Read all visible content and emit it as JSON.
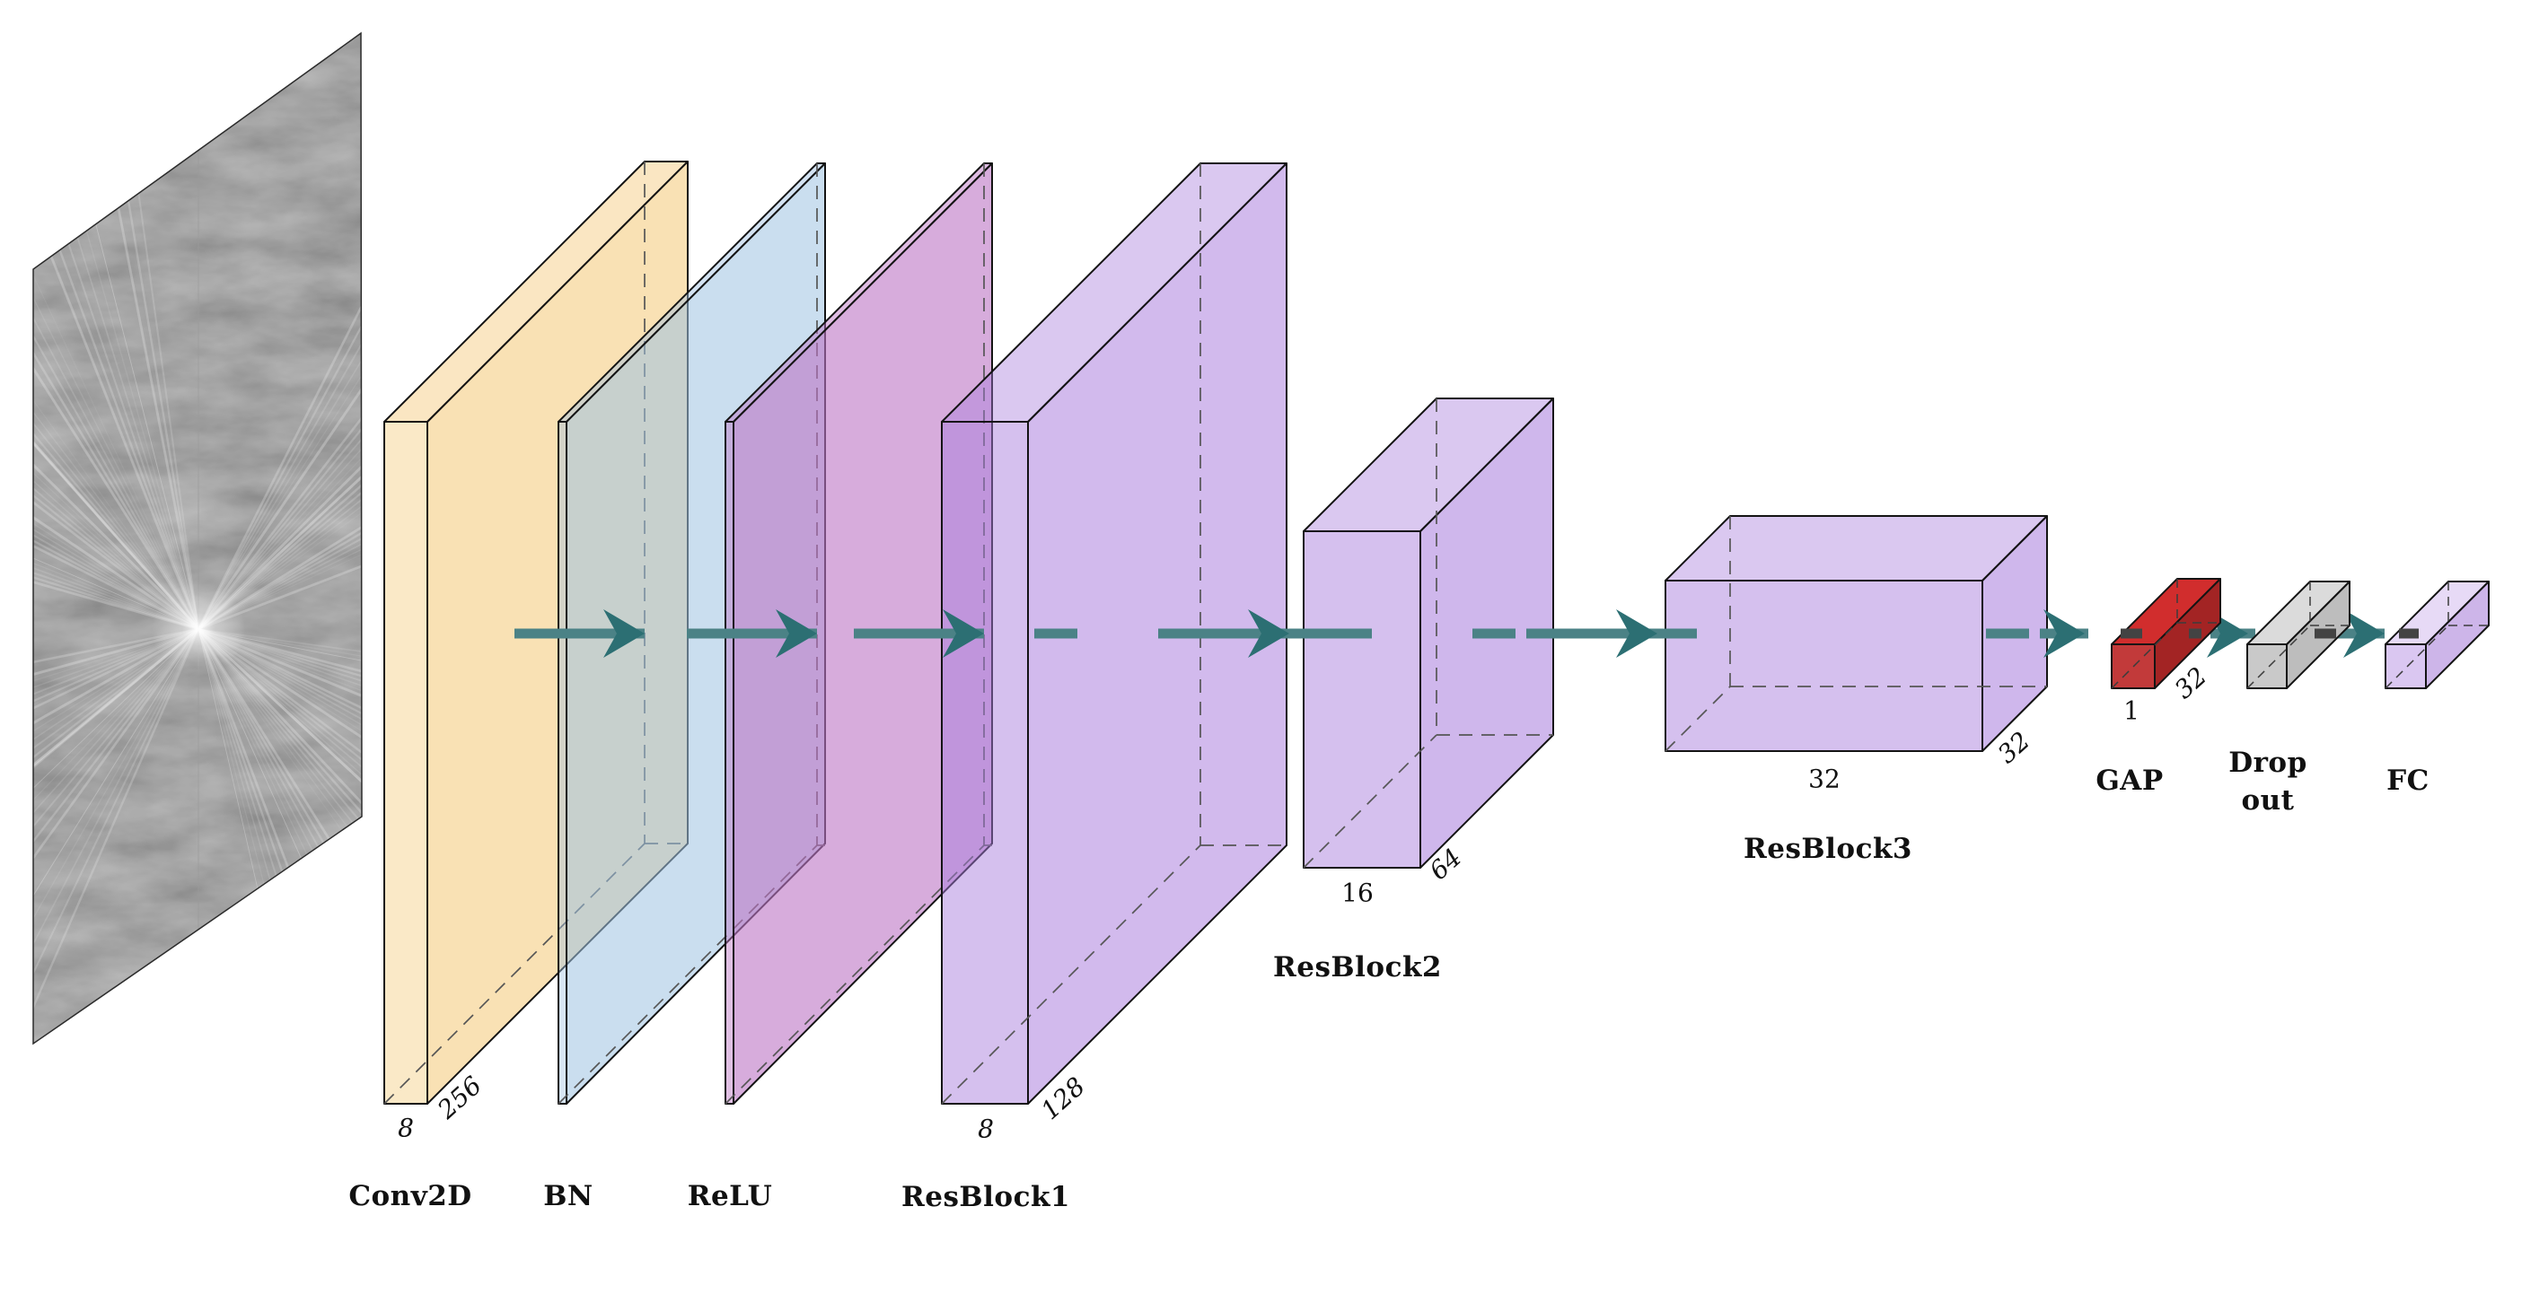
{
  "figure": {
    "input_image": {
      "name": "sinogram-input-image",
      "description": "grayscale radial-ray texture input image"
    },
    "layers": [
      {
        "name": "Conv2D",
        "width": "8",
        "depth": "256"
      },
      {
        "name": "BN"
      },
      {
        "name": "ReLU"
      },
      {
        "name": "ResBlock1",
        "width": "8",
        "depth": "128"
      },
      {
        "name": "ResBlock2",
        "width": "16",
        "depth": "64"
      },
      {
        "name": "ResBlock3",
        "width": "32",
        "depth": "32"
      },
      {
        "name": "GAP",
        "width": "1",
        "depth": "32"
      },
      {
        "name": "Drop out"
      },
      {
        "name": "FC"
      }
    ],
    "colors": {
      "conv": "#F5CE86",
      "bn": "#9FC2E2",
      "relu": "#BC74C4",
      "purple": "#A87BDC",
      "gap_top": "#D12D2D",
      "gap_front": "#C23A3A",
      "gap_side": "#A32424",
      "dropout_top": "#DBDBDB",
      "dropout_front": "#C9C9C9",
      "dropout_side": "#BDBDBD",
      "fc_top": "#E7DAF6",
      "fc_front": "#DAC7F1",
      "fc_side": "#CDB5E9",
      "arrow": "#4B8286",
      "arrow_head": "#2C6F73",
      "stroke": "#141414"
    }
  }
}
